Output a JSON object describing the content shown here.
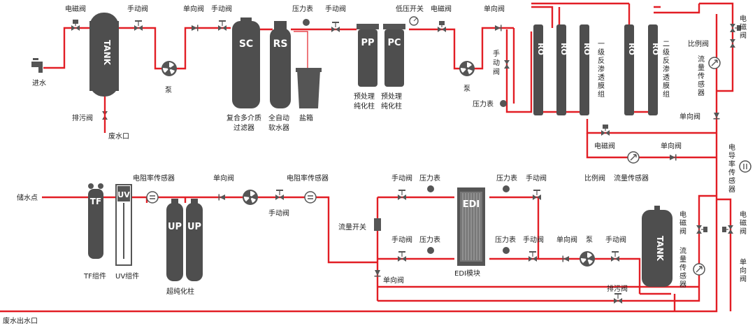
{
  "colors": {
    "pipe": "#e21e25",
    "equipment": "#4e4e4e",
    "text": "#222222"
  },
  "labels": {
    "inlet": "进水",
    "drain_valve_1": "排污阀",
    "waste_outlet_1": "废水口",
    "solenoid_1": "电磁阀",
    "manual_1": "手动阀",
    "pump_1": "泵",
    "check_1": "单向阀",
    "manual_2": "手动阀",
    "multimedia_filter": [
      "复合多介质",
      "过滤器"
    ],
    "softener": [
      "全自动",
      "软水器"
    ],
    "salt_box": "盐箱",
    "gauge_1": "压力表",
    "manual_3": "手动阀",
    "low_pressure_switch": "低压开关",
    "solenoid_2": "电磁阀",
    "pretreat_1": [
      "预处理",
      "纯化柱"
    ],
    "pretreat_2": [
      "预处理",
      "纯化柱"
    ],
    "pump_2": "泵",
    "check_2": "单向阀",
    "manual_4": [
      "手",
      "动",
      "阀"
    ],
    "gauge_2": "压力表",
    "ro_stage1": [
      "一",
      "级",
      "反",
      "渗",
      "透",
      "膜",
      "组"
    ],
    "ro_stage2": [
      "二",
      "级",
      "反",
      "渗",
      "透",
      "膜",
      "组"
    ],
    "solenoid_3": "电磁阀",
    "ratio_valve_1": "比例阀",
    "flow_sensor_1": [
      "流",
      "量",
      "传",
      "感",
      "器"
    ],
    "ratio_valve_top": "比例阀",
    "check_3": "单向阀",
    "solenoid_top_right": [
      "电",
      "磁",
      "阀"
    ],
    "check_4": "单向阀",
    "conductivity_sensor": [
      "电",
      "导",
      "率",
      "传",
      "感",
      "器"
    ],
    "storage_point": "储水点",
    "tf_unit": "TF组件",
    "uv_unit": "UV组件",
    "resistivity_1": "电阻率传感器",
    "ultrapure_column": "超纯化柱",
    "check_5": "单向阀",
    "manual_5": "手动阀",
    "resistivity_2": "电阻率传感器",
    "flow_switch": "流量开关",
    "manual_6": "手动阀",
    "gauge_3": "压力表",
    "manual_7": "手动阀",
    "gauge_4": "压力表",
    "edi_module": "EDI模块",
    "gauge_5": "压力表",
    "manual_8": "手动阀",
    "gauge_6": "压力表",
    "manual_9": "手动阀",
    "check_6": "单向阀",
    "check_7": "单向阀",
    "pump_3": "泵",
    "manual_10": "手动阀",
    "flow_sensor_2": "流量传感器",
    "drain_valve_2": "排污阀",
    "solenoid_4": [
      "电",
      "磁",
      "阀"
    ],
    "flow_sensor_3": [
      "流",
      "量",
      "传",
      "感",
      "器"
    ],
    "solenoid_5": [
      "电",
      "磁",
      "阀"
    ],
    "check_8": [
      "单",
      "向",
      "阀"
    ],
    "waste_outlet_2": "废水出水口"
  },
  "equipment_tags": {
    "tank_top": "TANK",
    "sc": "SC",
    "rs": "RS",
    "pp": "PP",
    "pc": "PC",
    "ro": "RO",
    "tf": "TF",
    "uv": "UV",
    "up": "UP",
    "edi": "EDI",
    "tank_bottom": "TANK"
  },
  "icons": [
    "faucet-icon",
    "valve-icon",
    "solenoid-valve-icon",
    "check-valve-icon",
    "pump-icon",
    "pressure-gauge-icon",
    "flow-sensor-icon",
    "resistivity-sensor-icon",
    "flow-switch-icon"
  ]
}
